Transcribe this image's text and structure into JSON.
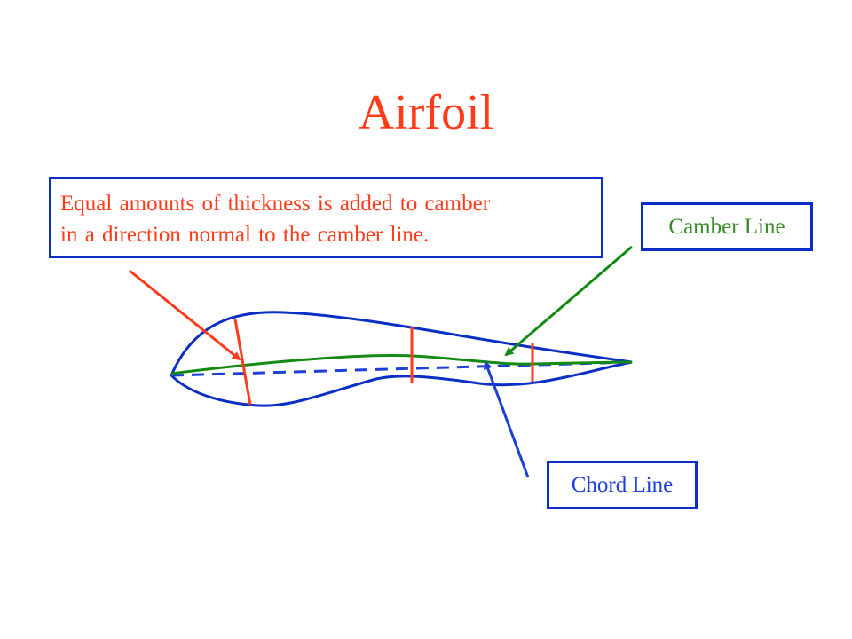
{
  "title": "Airfoil",
  "annotations": {
    "thickness_note": {
      "line1": "Equal amounts of thickness is added to camber",
      "line2": "in a direction normal to the camber line."
    },
    "camber_label": "Camber Line",
    "chord_label": "Chord Line"
  },
  "colors": {
    "title": "#ff3b1a",
    "outline": "#0b2fc4",
    "camber": "#138a14",
    "chord": "#1c3fd6",
    "thickness": "#ff3b1a"
  }
}
